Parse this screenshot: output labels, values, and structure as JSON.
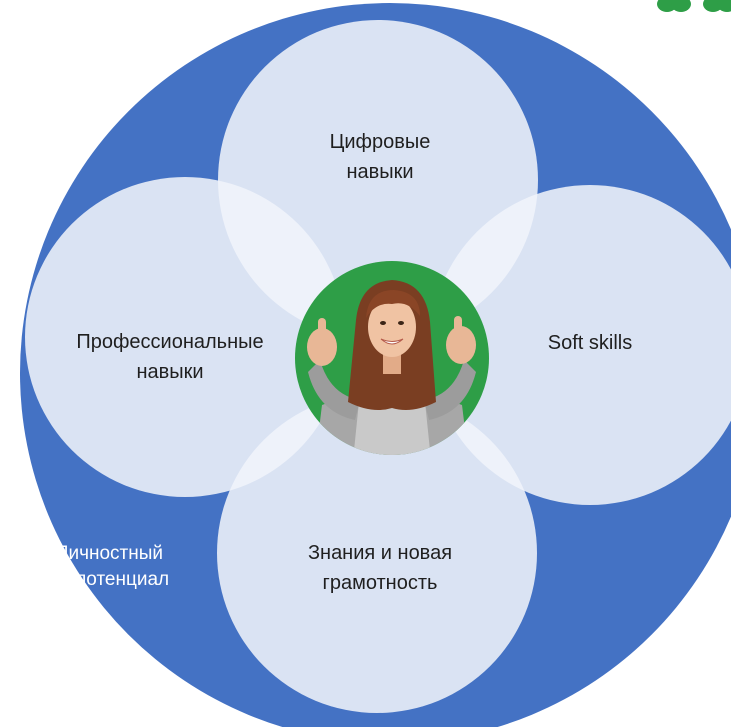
{
  "outer": {
    "label_line1": "Личностный",
    "label_line2": "потенциал",
    "color": "#4472C4"
  },
  "circles": {
    "top": {
      "label": "Цифровые\nнавыки"
    },
    "left": {
      "label": "Профессиональные\nнавыки"
    },
    "right": {
      "label": "Soft skills"
    },
    "bottom": {
      "label": "Знания и новая\nграмотность"
    },
    "fill_color": "#DAE3F3",
    "overlap_color": "#EEF2FA"
  },
  "center": {
    "color": "#2E9E47",
    "image": "smiling-woman-thumbs-up-photo"
  },
  "logo": {
    "color": "#2E9E47"
  }
}
